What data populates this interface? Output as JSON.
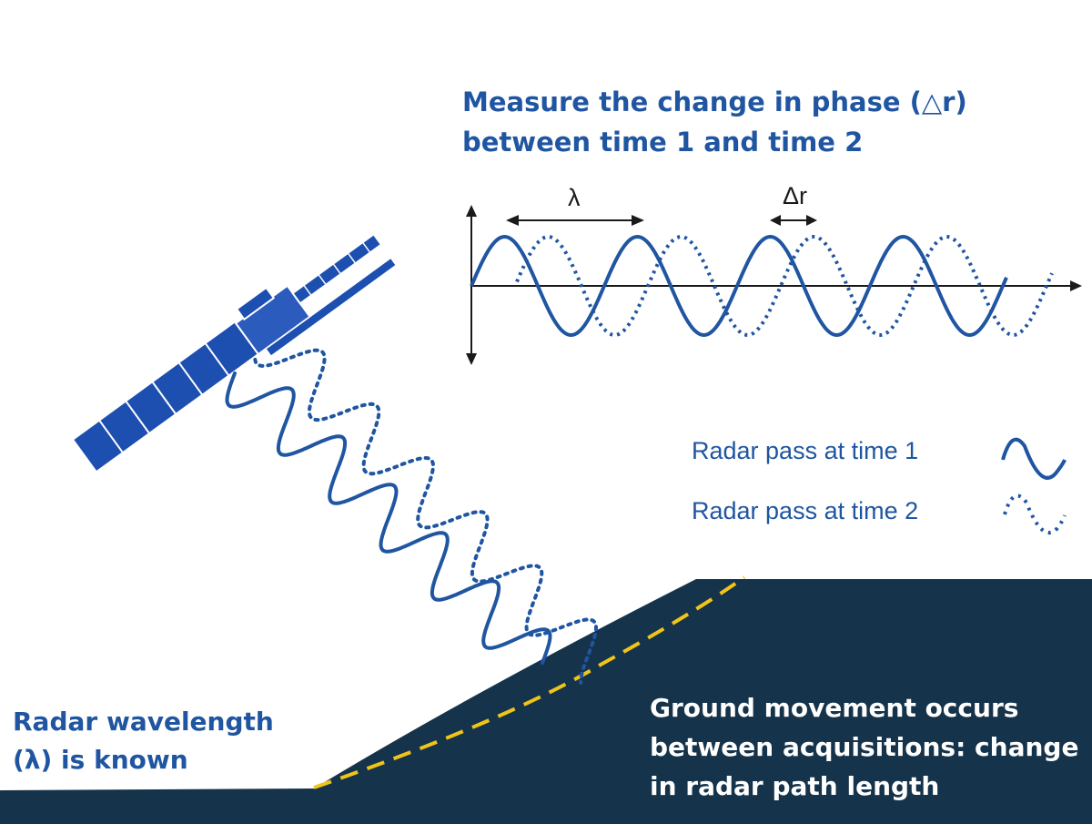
{
  "title": {
    "line1": "Measure the change in phase (△r)",
    "line2": "between time 1 and time 2"
  },
  "plot": {
    "lambda_label": "λ",
    "delta_label": "Δr"
  },
  "legend": [
    {
      "label": "Radar pass at time 1",
      "style": "solid"
    },
    {
      "label": "Radar pass at time 2",
      "style": "dotted"
    }
  ],
  "left_note": {
    "line1": "Radar wavelength",
    "line2": "(λ) is known"
  },
  "right_note": {
    "line1": "Ground movement occurs",
    "line2": "between acquisitions: change",
    "line3": "in radar path length"
  },
  "colors": {
    "accent_blue": "#1f55a1",
    "ground": "#15334a",
    "movement_line": "#f0c419",
    "satellite": "#1d4fb0",
    "axis": "#1a1a1a"
  },
  "icons": [
    "satellite-icon"
  ]
}
